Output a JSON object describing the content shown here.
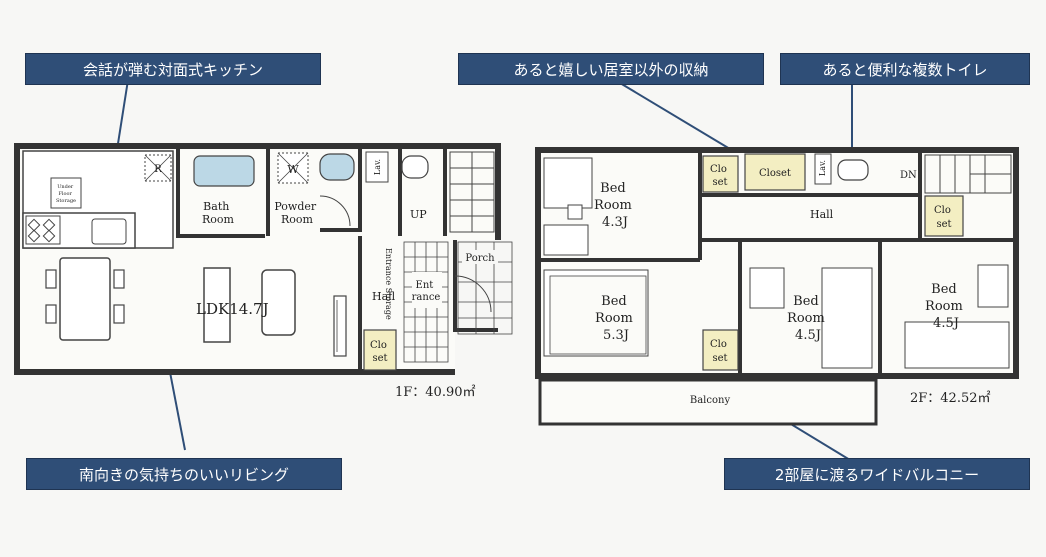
{
  "callouts": {
    "kitchen": "会話が弾む対面式キッチン",
    "storage": "あると嬉しい居室以外の収納",
    "toilet": "あると便利な複数トイレ",
    "living": "南向きの気持ちのいいリビング",
    "balcony": "2部屋に渡るワイドバルコニー"
  },
  "floor1": {
    "area": "1F：40.90㎡",
    "ldk": "LDK14.7J",
    "bath": [
      "Bath",
      "Room"
    ],
    "powder": [
      "Powder",
      "Room"
    ],
    "lav": "Lav.",
    "up": "UP",
    "hall": "Hall",
    "entrance_storage": "Entrance Storage",
    "entrance": [
      "Ent",
      "rance"
    ],
    "porch": "Porch",
    "closet": [
      "Clo",
      "set"
    ],
    "underfloor": [
      "Under",
      "Floor",
      "Storage"
    ],
    "refrigerator": "R",
    "washer": "W"
  },
  "floor2": {
    "area": "2F：42.52㎡",
    "bed_43": [
      "Bed",
      "Room",
      "4.3J"
    ],
    "bed_53": [
      "Bed",
      "Room",
      "5.3J"
    ],
    "bed_45a": [
      "Bed",
      "Room",
      "4.5J"
    ],
    "bed_45b": [
      "Bed",
      "Room",
      "4.5J"
    ],
    "closet_label": "Closet",
    "closet": [
      "Clo",
      "set"
    ],
    "lav": "Lav.",
    "dn": "DN",
    "hall": "Hall",
    "balcony": "Balcony"
  },
  "colors": {
    "callout_bg": "#2f4e77",
    "closet_fill": "#f3eec2",
    "bath_fill": "#bcd8e6",
    "wall": "#333333"
  }
}
